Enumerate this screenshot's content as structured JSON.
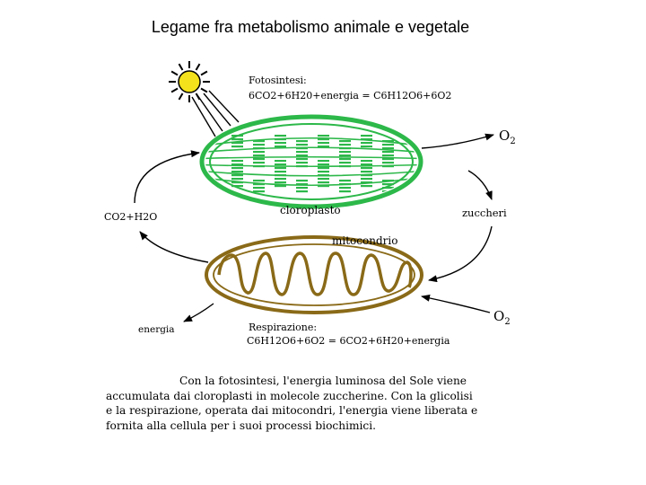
{
  "title": "Legame fra metabolismo animale e vegetale",
  "diagram": {
    "photosynthesis": {
      "heading": "Fotosintesi:",
      "equation": "6CO2+6H20+energia = C6H12O6+6O2"
    },
    "organelle_top": "cloroplasto",
    "organelle_bottom": "mitocondrio",
    "top_right_gas": {
      "base": "O",
      "sub": "2"
    },
    "right_label": "zuccheri",
    "left_label": "CO2+H2O",
    "bottom_right_gas": {
      "base": "O",
      "sub": "2"
    },
    "bottom_left_label": "energia",
    "respiration": {
      "heading": "Respirazione:",
      "equation": "C6H12O6+6O2 = 6CO2+6H20+energia"
    },
    "colors": {
      "chloroplast": "#2db84a",
      "mitochondrion": "#8a6a18",
      "sun": "#f3e21c",
      "arrows": "#000000"
    }
  },
  "caption": {
    "lines": [
      "Con la fotosintesi, l'energia luminosa del Sole viene",
      "accumulata dai cloroplasti in molecole zuccherine. Con la glicolisi",
      "e la respirazione, operata dai mitocondri, l'energia viene liberata e",
      "fornita alla cellula per i suoi processi biochimici."
    ]
  }
}
